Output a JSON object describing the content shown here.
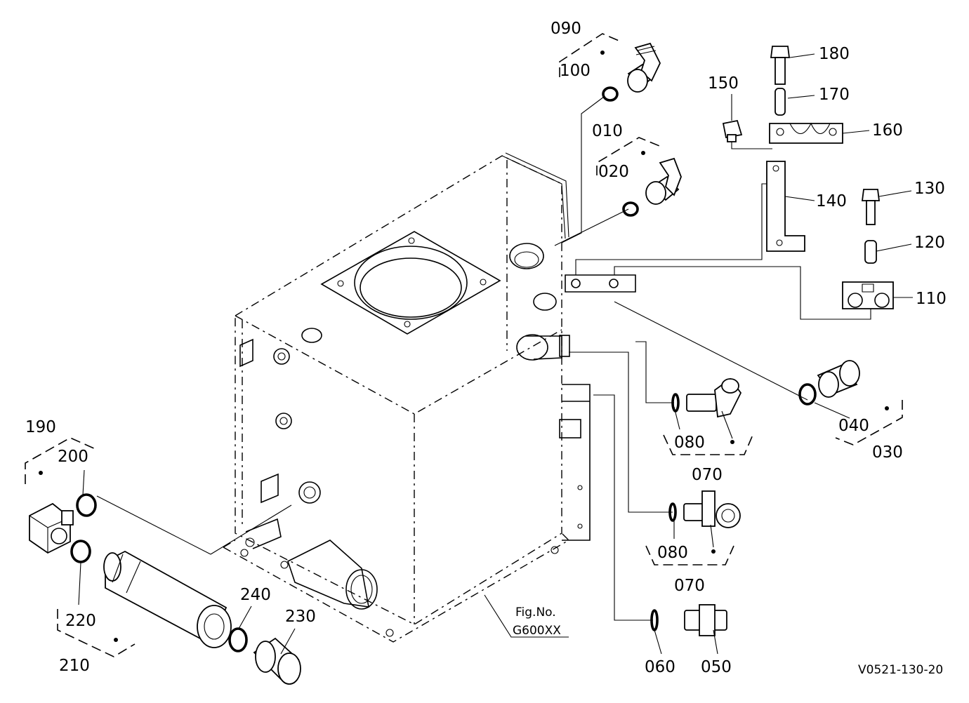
{
  "drawing_id": "V0521-130-20",
  "figure_reference": {
    "line1": "Fig.No.",
    "line2": "G600XX"
  },
  "parts": [
    {
      "ref": "010",
      "kit": true
    },
    {
      "ref": "020"
    },
    {
      "ref": "030",
      "kit": true
    },
    {
      "ref": "040"
    },
    {
      "ref": "050"
    },
    {
      "ref": "060"
    },
    {
      "ref": "070",
      "kit": true,
      "instances": 2
    },
    {
      "ref": "080",
      "instances": 2
    },
    {
      "ref": "090",
      "kit": true
    },
    {
      "ref": "100"
    },
    {
      "ref": "110"
    },
    {
      "ref": "120"
    },
    {
      "ref": "130"
    },
    {
      "ref": "140"
    },
    {
      "ref": "150"
    },
    {
      "ref": "160"
    },
    {
      "ref": "170"
    },
    {
      "ref": "180"
    },
    {
      "ref": "190",
      "kit": true
    },
    {
      "ref": "200"
    },
    {
      "ref": "210",
      "kit": true
    },
    {
      "ref": "220"
    },
    {
      "ref": "230"
    },
    {
      "ref": "240"
    }
  ]
}
